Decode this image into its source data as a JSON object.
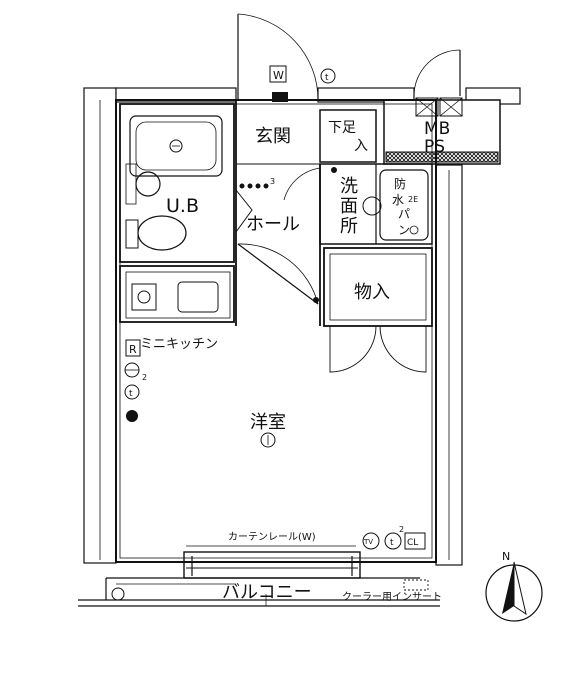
{
  "rooms": {
    "entrance": "玄関",
    "shoe_storage_1": "下足",
    "shoe_storage_2": "入",
    "meter_box": "MB",
    "pipe_space": "PS",
    "unit_bath": "U.B",
    "washroom_1": "洗",
    "washroom_2": "面",
    "washroom_3": "所",
    "waterproof_pan_1": "防",
    "waterproof_pan_2": "水",
    "waterproof_pan_3": "パ",
    "waterproof_pan_4": "ン",
    "hall": "ホール",
    "storage": "物入",
    "mini_kitchen": "ミニキッチン",
    "western_room": "洋室",
    "balcony": "バルコニー"
  },
  "annotations": {
    "curtain_rail": "カーテンレール(W)",
    "ac_insert": "クーラー用インサート",
    "compass_n": "N",
    "symbol_w": "W",
    "symbol_t": "t",
    "symbol_r": "R",
    "symbol_tv": "TV",
    "symbol_cl": "CL",
    "symbol_2": "2",
    "symbol_3": "3",
    "symbol_2e": "2E"
  }
}
